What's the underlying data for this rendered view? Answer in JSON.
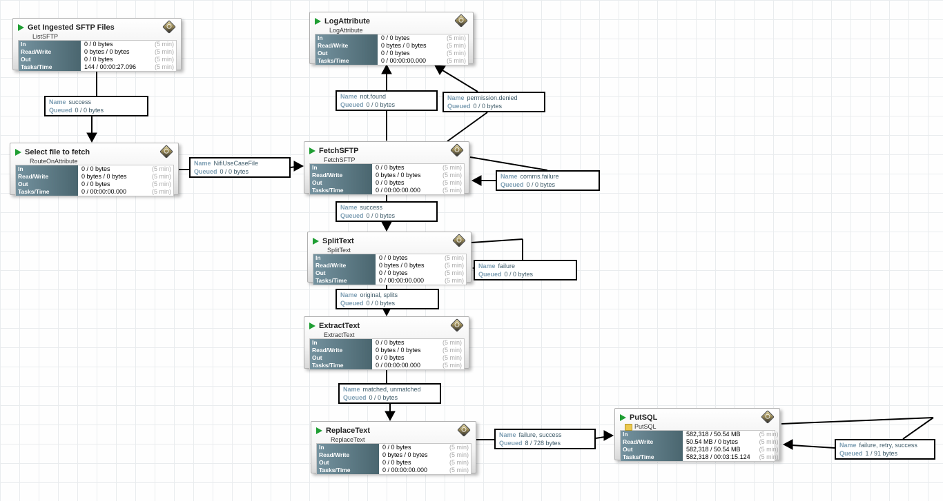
{
  "stats_window": "(5 min)",
  "stat_labels": {
    "in": "In",
    "read_write": "Read/Write",
    "out": "Out",
    "tasks_time": "Tasks/Time"
  },
  "connection_keys": {
    "name": "Name",
    "queued": "Queued"
  },
  "processors": [
    {
      "title": "Get Ingested SFTP Files",
      "type": "ListSFTP",
      "in": "0 / 0 bytes",
      "read_write": "0 bytes / 0 bytes",
      "out": "0 / 0 bytes",
      "tasks_time": "144 / 00:00:27.096"
    },
    {
      "title": "LogAttribute",
      "type": "LogAttribute",
      "in": "0 / 0 bytes",
      "read_write": "0 bytes / 0 bytes",
      "out": "0 / 0 bytes",
      "tasks_time": "0 / 00:00:00.000"
    },
    {
      "title": "Select file to fetch",
      "type": "RouteOnAttribute",
      "in": "0 / 0 bytes",
      "read_write": "0 bytes / 0 bytes",
      "out": "0 / 0 bytes",
      "tasks_time": "0 / 00:00:00.000"
    },
    {
      "title": "FetchSFTP",
      "type": "FetchSFTP",
      "in": "0 / 0 bytes",
      "read_write": "0 bytes / 0 bytes",
      "out": "0 / 0 bytes",
      "tasks_time": "0 / 00:00:00.000"
    },
    {
      "title": "SplitText",
      "type": "SplitText",
      "in": "0 / 0 bytes",
      "read_write": "0 bytes / 0 bytes",
      "out": "0 / 0 bytes",
      "tasks_time": "0 / 00:00:00.000"
    },
    {
      "title": "ExtractText",
      "type": "ExtractText",
      "in": "0 / 0 bytes",
      "read_write": "0 bytes / 0 bytes",
      "out": "0 / 0 bytes",
      "tasks_time": "0 / 00:00:00.000"
    },
    {
      "title": "ReplaceText",
      "type": "ReplaceText",
      "in": "0 / 0 bytes",
      "read_write": "0 bytes / 0 bytes",
      "out": "0 / 0 bytes",
      "tasks_time": "0 / 00:00:00.000"
    },
    {
      "title": "PutSQL",
      "type": "PutSQL",
      "in": "582,318 / 50.54 MB",
      "read_write": "50.54 MB / 0 bytes",
      "out": "582,318 / 50.54 MB",
      "tasks_time": "582,318 / 00:03:15.124"
    }
  ],
  "connections": [
    {
      "name": "success",
      "queued": "0 / 0 bytes"
    },
    {
      "name": "NifiUseCaseFile",
      "queued": "0 / 0 bytes"
    },
    {
      "name": "not.found",
      "queued": "0 / 0 bytes"
    },
    {
      "name": "permission.denied",
      "queued": "0 / 0 bytes"
    },
    {
      "name": "comms.failure",
      "queued": "0 / 0 bytes"
    },
    {
      "name": "success",
      "queued": "0 / 0 bytes"
    },
    {
      "name": "failure",
      "queued": "0 / 0 bytes"
    },
    {
      "name": "original, splits",
      "queued": "0 / 0 bytes"
    },
    {
      "name": "matched, unmatched",
      "queued": "0 / 0 bytes"
    },
    {
      "name": "failure, success",
      "queued": "8 / 728 bytes"
    },
    {
      "name": "failure, retry, success",
      "queued": "1 / 91 bytes"
    }
  ]
}
